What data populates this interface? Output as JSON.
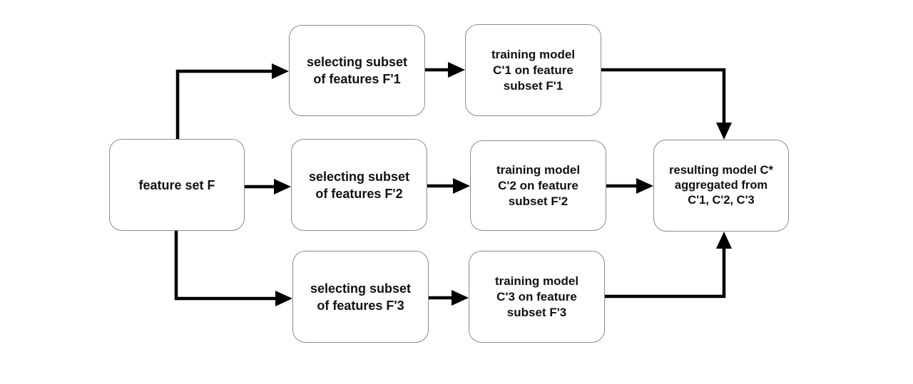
{
  "diagram": {
    "nodes": {
      "feature_set": "feature set F",
      "select_1": "selecting subset\nof features F'1",
      "select_2": "selecting subset\nof features F'2",
      "select_3": "selecting subset\nof features F'3",
      "train_1": "training model\nC'1 on feature\nsubset F'1",
      "train_2": "training model\nC'2 on feature\nsubset F'2",
      "train_3": "training model\nC'3 on feature\nsubset F'3",
      "result": "resulting model C*\naggregated from\nC'1, C'2, C'3"
    },
    "edges": [
      {
        "from": "feature_set",
        "to": "select_1"
      },
      {
        "from": "feature_set",
        "to": "select_2"
      },
      {
        "from": "feature_set",
        "to": "select_3"
      },
      {
        "from": "select_1",
        "to": "train_1"
      },
      {
        "from": "select_2",
        "to": "train_2"
      },
      {
        "from": "select_3",
        "to": "train_3"
      },
      {
        "from": "train_1",
        "to": "result"
      },
      {
        "from": "train_2",
        "to": "result"
      },
      {
        "from": "train_3",
        "to": "result"
      }
    ],
    "colors": {
      "box_border": "#8c8c8c",
      "arrow": "#000000",
      "text": "#111111"
    }
  }
}
